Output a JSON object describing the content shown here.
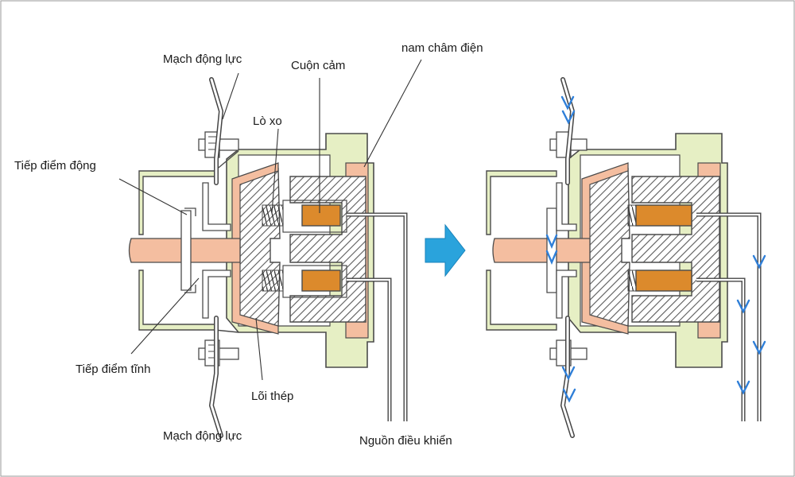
{
  "labels": {
    "power_circuit_top": "Mạch động lực",
    "inductor_coil": "Cuộn cảm",
    "electromagnet": "nam châm điện",
    "spring": "Lò xo",
    "moving_contact": "Tiếp điểm động",
    "static_contact": "Tiếp điểm tĩnh",
    "steel_core": "Lõi thép",
    "power_circuit_bottom": "Mạch động lực",
    "control_source": "Nguồn điều khiển"
  },
  "colors": {
    "frame": "#e6efc4",
    "frame_stroke": "#4b4b4b",
    "armature": "#f4bea0",
    "coil": "#dc8a2c",
    "core_hatch": "#5a5a5a",
    "arrow": "#2aa3dc",
    "current_flow": "#2f7fd8"
  },
  "icons": {
    "transition_arrow": "right-arrow-icon",
    "current_flow": "chevron-down-icon"
  }
}
